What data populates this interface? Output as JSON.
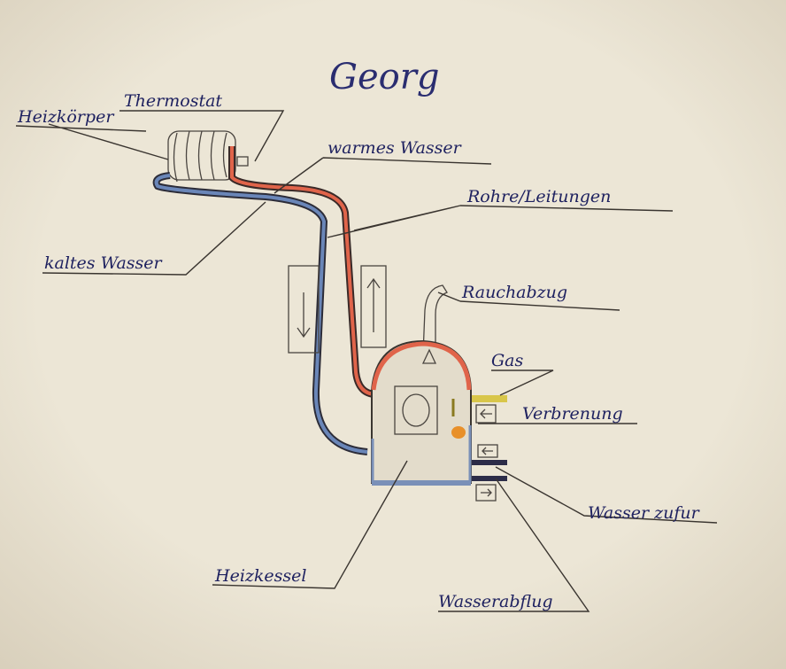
{
  "title": "Georg",
  "labels": {
    "thermostat": "Thermostat",
    "radiator": "Heizkörper",
    "warm_water": "warmes Wasser",
    "pipes": "Rohre/Leitungen",
    "cold_water": "kaltes Wasser",
    "flue": "Rauchabzug",
    "gas": "Gas",
    "combustion": "Verbrenung",
    "water_inlet": "Wasser zufur",
    "boiler": "Heizkessel",
    "water_outlet": "Wasserabflug"
  },
  "colors": {
    "paper": "#e8e1d0",
    "ink": "#1f2260",
    "hot_pipe": "#e0644a",
    "cold_pipe": "#6a86b8",
    "gas": "#d8c64a",
    "flame": "#e8902a"
  }
}
